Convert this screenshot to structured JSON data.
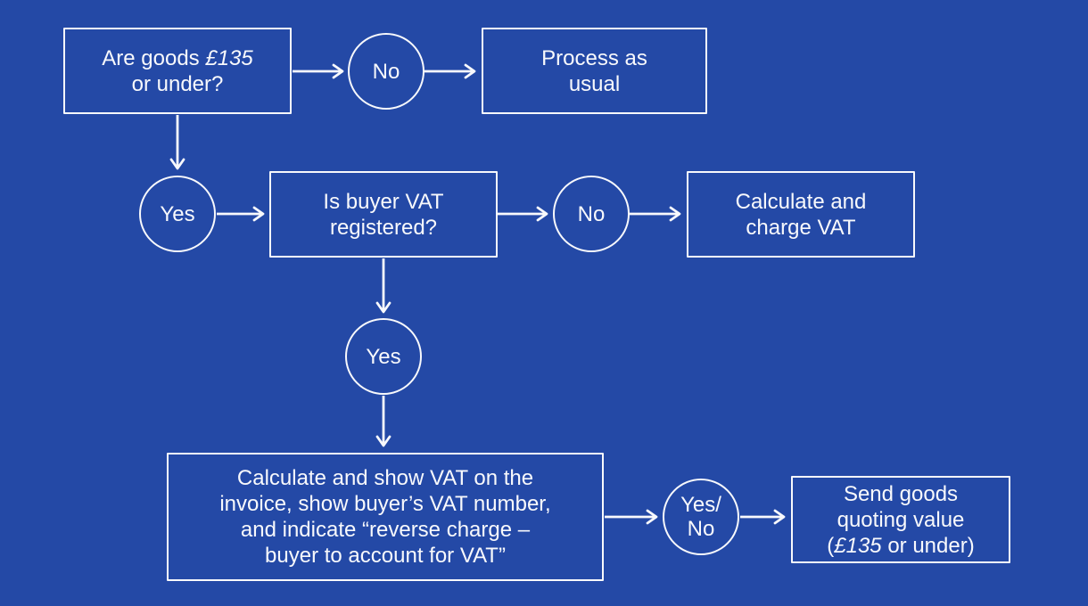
{
  "canvas": {
    "background_color": "#2449a6",
    "stroke_color": "#f8f9fc"
  },
  "nodes": {
    "q_goods": {
      "line1_pre": "Are goods ",
      "line1_value": "£135",
      "line2": "or under?"
    },
    "no1": {
      "label": "No"
    },
    "process_usual": {
      "line1": "Process as",
      "line2": "usual"
    },
    "yes1": {
      "label": "Yes"
    },
    "q_buyer_vat": {
      "line1": "Is buyer VAT",
      "line2": "registered?"
    },
    "no2": {
      "label": "No"
    },
    "charge_vat": {
      "line1": "Calculate and",
      "line2": "charge VAT"
    },
    "yes2": {
      "label": "Yes"
    },
    "invoice_instructions": {
      "line1": "Calculate and show VAT on the",
      "line2": "invoice, show buyer’s VAT number,",
      "line3": "and indicate “reverse charge –",
      "line4": "buyer to account for VAT”"
    },
    "yes_no": {
      "line1": "Yes/",
      "line2": "No"
    },
    "send_goods": {
      "line1": "Send goods",
      "line2": "quoting value",
      "line3_pre": "(",
      "line3_value": "£135",
      "line3_post": " or under)"
    }
  }
}
